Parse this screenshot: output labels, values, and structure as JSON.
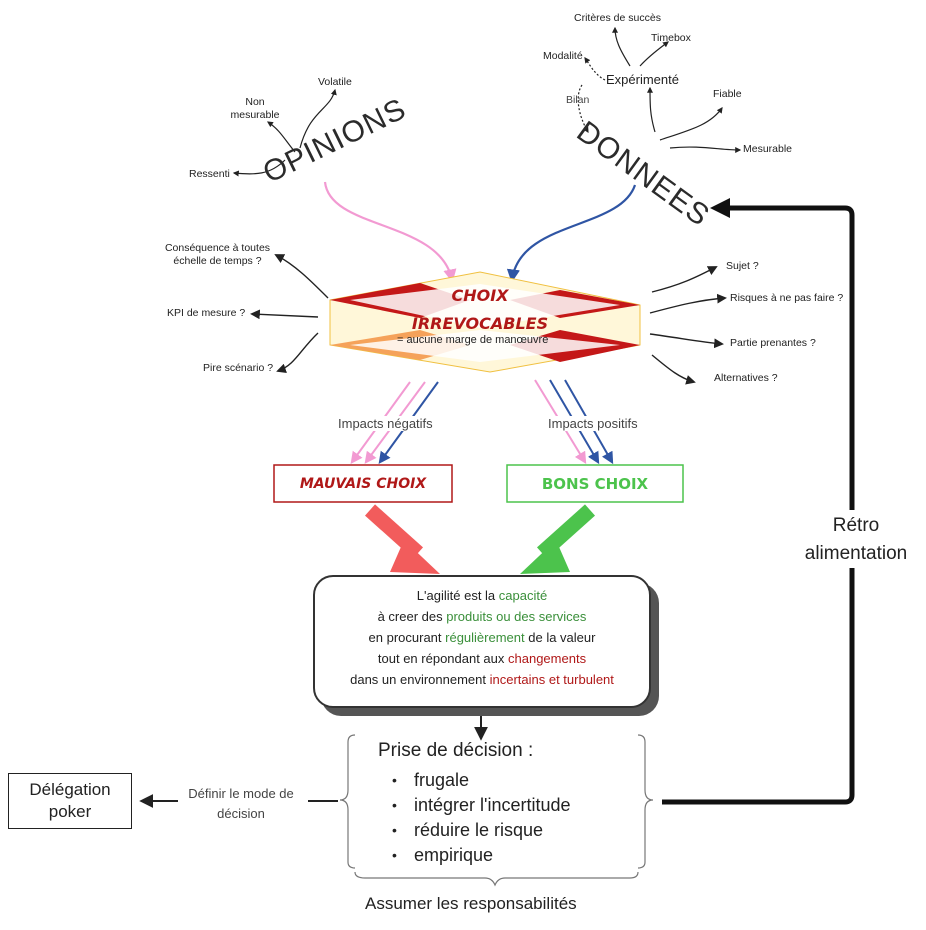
{
  "opinions": {
    "title": "OPINIONS",
    "volatile": "Volatile",
    "non_mesurable": "Non mesurable",
    "ressenti": "Ressenti"
  },
  "donnees": {
    "title": "DONNEES",
    "experimente": "Expérimenté",
    "criteres": "Critères de succès",
    "timebox": "Timebox",
    "modalite": "Modalité",
    "bilan": "Bilan",
    "fiable": "Fiable",
    "mesurable": "Mesurable"
  },
  "choix": {
    "line1": "CHOIX",
    "line2": "IRREVOCABLES",
    "subtitle": "= aucune marge de manœuvre"
  },
  "left_questions": [
    "Conséquence à toutes échelle de temps ?",
    "KPI de mesure ?",
    "Pire scénario ?"
  ],
  "right_questions": [
    "Sujet ?",
    "Risques à ne pas faire ?",
    "Partie prenantes ?",
    "Alternatives ?"
  ],
  "impacts": {
    "negatifs": "Impacts négatifs",
    "positifs": "Impacts positifs"
  },
  "mauvais_choix": "MAUVAIS CHOIX",
  "bons_choix": "BONS CHOIX",
  "agility": {
    "l1a": "L'agilité est la ",
    "l1b": "capacité",
    "l2a": "à creer des ",
    "l2b": "produits ou des services",
    "l3a": "en procurant ",
    "l3b": "régulièrement",
    "l3c": " de la valeur",
    "l4a": "tout en répondant aux ",
    "l4b": "changements",
    "l5a": "dans un environnement ",
    "l5b": "incertains et turbulent"
  },
  "decision": {
    "title": "Prise de décision :",
    "items": [
      "frugale",
      "intégrer l'incertitude",
      "réduire le risque",
      "empirique"
    ]
  },
  "assumer": "Assumer les responsabilités",
  "definir": "Définir le mode de décision",
  "delegation": "Délégation poker",
  "retro": "Rétro alimentation",
  "colors": {
    "pink": "#f29ad2",
    "blue": "#2f55a4",
    "red": "#f25c5c",
    "green": "#4cc34c",
    "dark_red": "#b01818"
  }
}
